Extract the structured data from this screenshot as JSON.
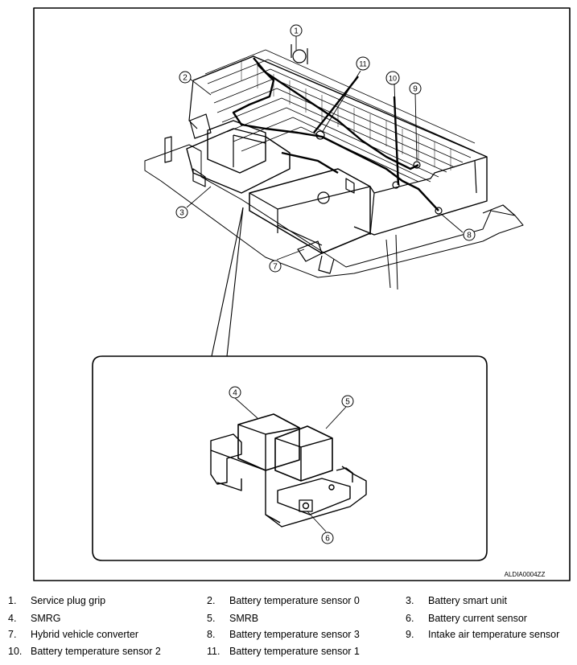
{
  "figure": {
    "code": "ALDIA0004ZZ",
    "callouts": [
      "1",
      "2",
      "3",
      "4",
      "5",
      "6",
      "7",
      "8",
      "9",
      "10",
      "11"
    ]
  },
  "legend": {
    "items": [
      {
        "num": "1.",
        "text": "Service plug grip"
      },
      {
        "num": "2.",
        "text": "Battery temperature sensor 0"
      },
      {
        "num": "3.",
        "text": "Battery smart unit"
      },
      {
        "num": "4.",
        "text": "SMRG"
      },
      {
        "num": "5.",
        "text": "SMRB"
      },
      {
        "num": "6.",
        "text": "Battery current sensor"
      },
      {
        "num": "7.",
        "text": "Hybrid vehicle converter"
      },
      {
        "num": "8.",
        "text": "Battery temperature sensor 3"
      },
      {
        "num": "9.",
        "text": "Intake air temperature sensor"
      },
      {
        "num": "10.",
        "text": "Battery temperature sensor 2"
      },
      {
        "num": "11.",
        "text": "Battery temperature sensor 1"
      }
    ]
  }
}
